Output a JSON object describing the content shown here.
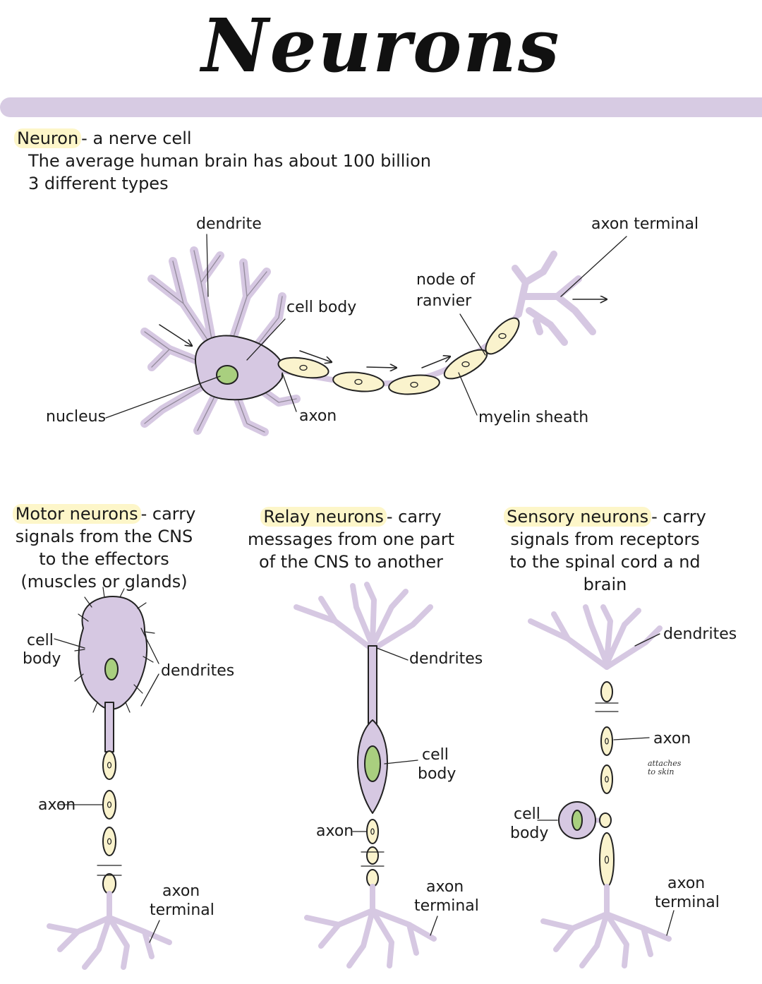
{
  "title": "Neurons",
  "intro": {
    "term": "Neuron",
    "definition": "- a nerve cell",
    "line2": "The average human brain has about 100 billion",
    "line3": "3 different types"
  },
  "main_diagram": {
    "labels": {
      "dendrite": "dendrite",
      "cell_body": "cell body",
      "nucleus": "nucleus",
      "axon": "axon",
      "node_of_ranvier_1": "node of",
      "node_of_ranvier_2": "ranvier",
      "myelin_sheath": "myelin sheath",
      "axon_terminal": "axon terminal"
    }
  },
  "types": {
    "motor": {
      "term": "Motor neurons",
      "lines": [
        "- carry",
        "signals from the CNS",
        "to the effectors",
        "(muscles or glands)"
      ],
      "labels": {
        "cell_1": "cell",
        "cell_2": "body",
        "dendrites": "dendrites",
        "axon": "axon",
        "terminal_1": "axon",
        "terminal_2": "terminal"
      }
    },
    "relay": {
      "term": "Relay neurons",
      "lines": [
        "- carry",
        "messages from one part",
        "of the CNS to another"
      ],
      "labels": {
        "dendrites": "dendrites",
        "cell_1": "cell",
        "cell_2": "body",
        "axon": "axon",
        "terminal_1": "axon",
        "terminal_2": "terminal"
      }
    },
    "sensory": {
      "term": "Sensory neurons",
      "lines": [
        "- carry",
        "signals from receptors",
        "to the spinal cord a nd",
        "brain"
      ],
      "labels": {
        "dendrites": "dendrites",
        "axon": "axon",
        "note": "attaches to skin",
        "cell_1": "cell",
        "cell_2": "body",
        "terminal_1": "axon",
        "terminal_2": "terminal"
      }
    }
  },
  "colors": {
    "band": "#d7cbe3",
    "neuron_body": "#d6c8e2",
    "myelin": "#faf3cd",
    "nucleus": "#a9cf7f",
    "highlight": "#fdf6c9",
    "outline": "#222222"
  }
}
